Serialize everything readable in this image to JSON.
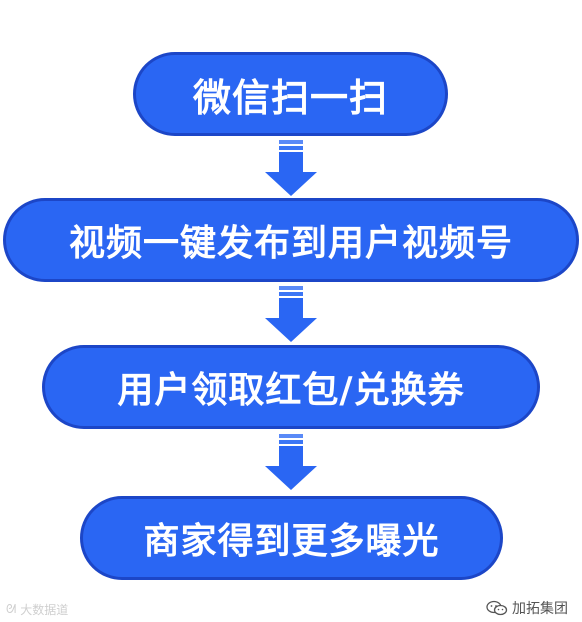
{
  "flow": {
    "steps": [
      {
        "label": "微信扫一扫"
      },
      {
        "label": "视频一键发布到用户视频号"
      },
      {
        "label": "用户领取红包/兑换券"
      },
      {
        "label": "商家得到更多曝光"
      }
    ],
    "colors": {
      "box_fill": "#2a66f3",
      "box_border": "#1c46c7",
      "text": "#ffffff",
      "arrow": "#2a66f3"
    }
  },
  "watermarks": {
    "left_text": "大数据道",
    "right_text": "加拓集团"
  }
}
